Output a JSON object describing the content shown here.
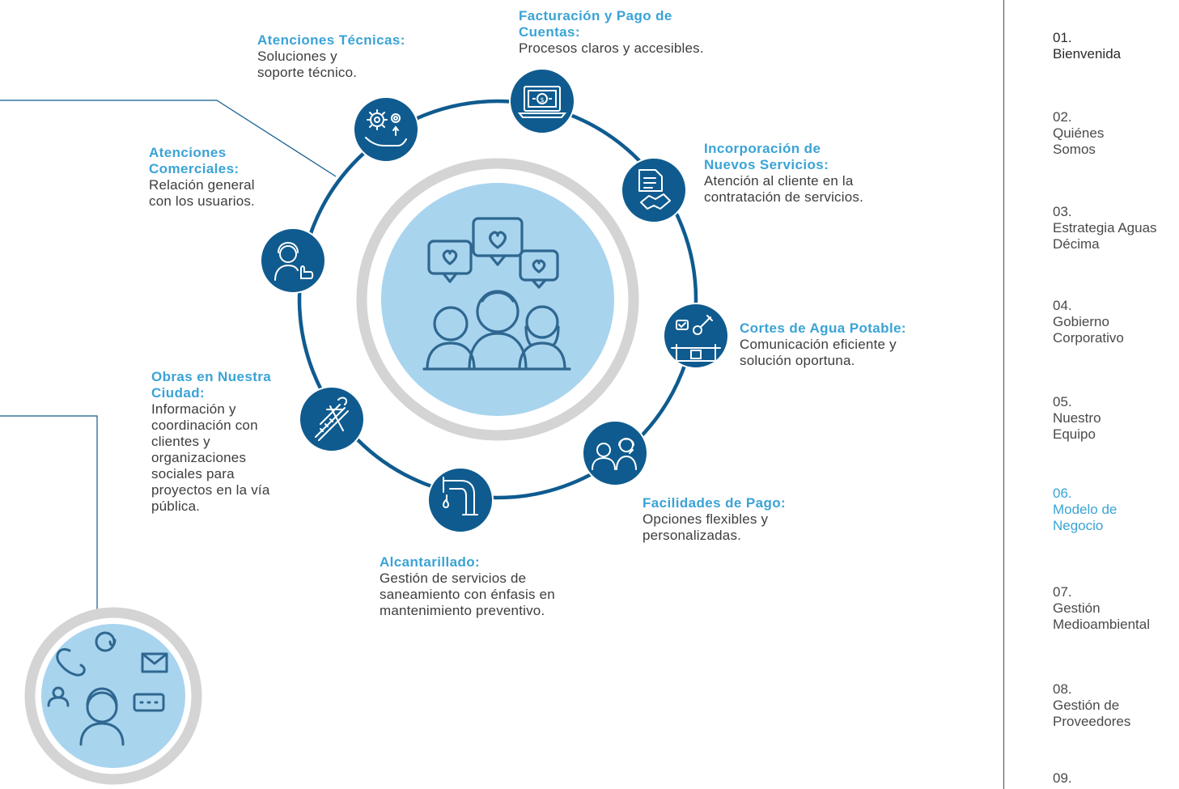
{
  "colors": {
    "ring": "#0f5b8f",
    "accent": "#3aa3d6",
    "center_fill": "#a8d4ee",
    "outer_ring": "#d4d4d4"
  },
  "edge_text": "y",
  "services": [
    {
      "title": "Atenciones Técnicas:",
      "desc": "Soluciones y soporte técnico.",
      "icon": "gears-hand-icon"
    },
    {
      "title": "Facturación y Pago de Cuentas:",
      "desc": "Procesos claros y accesibles.",
      "icon": "laptop-billing-icon"
    },
    {
      "title": "Incorporación de Nuevos Servicios:",
      "desc": "Atención al cliente en la contratación de servicios.",
      "icon": "contract-handshake-icon"
    },
    {
      "title": "Cortes de Agua Potable:",
      "desc": "Comunicación eficiente y solución oportuna.",
      "icon": "pipe-wrench-icon"
    },
    {
      "title": "Facilidades de Pago:",
      "desc": "Opciones flexibles y personalizadas.",
      "icon": "customer-support-icon"
    },
    {
      "title": "Alcantarillado:",
      "desc": "Gestión de servicios de saneamiento con énfasis en mantenimiento preventivo.",
      "icon": "sewer-pipe-icon"
    },
    {
      "title": "Obras en Nuestra Ciudad:",
      "desc": "Información y coordinación con clientes y organizaciones sociales para proyectos en la vía pública.",
      "icon": "construction-tools-icon"
    },
    {
      "title": "Atenciones Comerciales:",
      "desc": "Relación general con los usuarios.",
      "icon": "thumbs-up-agent-icon"
    }
  ],
  "center_icon": "customers-hearts-icon",
  "bottom_icon": "contact-channels-icon",
  "nav": [
    {
      "num": "01.",
      "label": "Bienvenida"
    },
    {
      "num": "02.",
      "label": "Quiénes Somos"
    },
    {
      "num": "03.",
      "label": "Estrategia Aguas Décima"
    },
    {
      "num": "04.",
      "label": "Gobierno Corporativo"
    },
    {
      "num": "05.",
      "label": "Nuestro Equipo"
    },
    {
      "num": "06.",
      "label": "Modelo de Negocio",
      "active": true
    },
    {
      "num": "07.",
      "label": "Gestión Medioambiental"
    },
    {
      "num": "08.",
      "label": "Gestión de Proveedores"
    },
    {
      "num": "09.",
      "label": ""
    }
  ]
}
